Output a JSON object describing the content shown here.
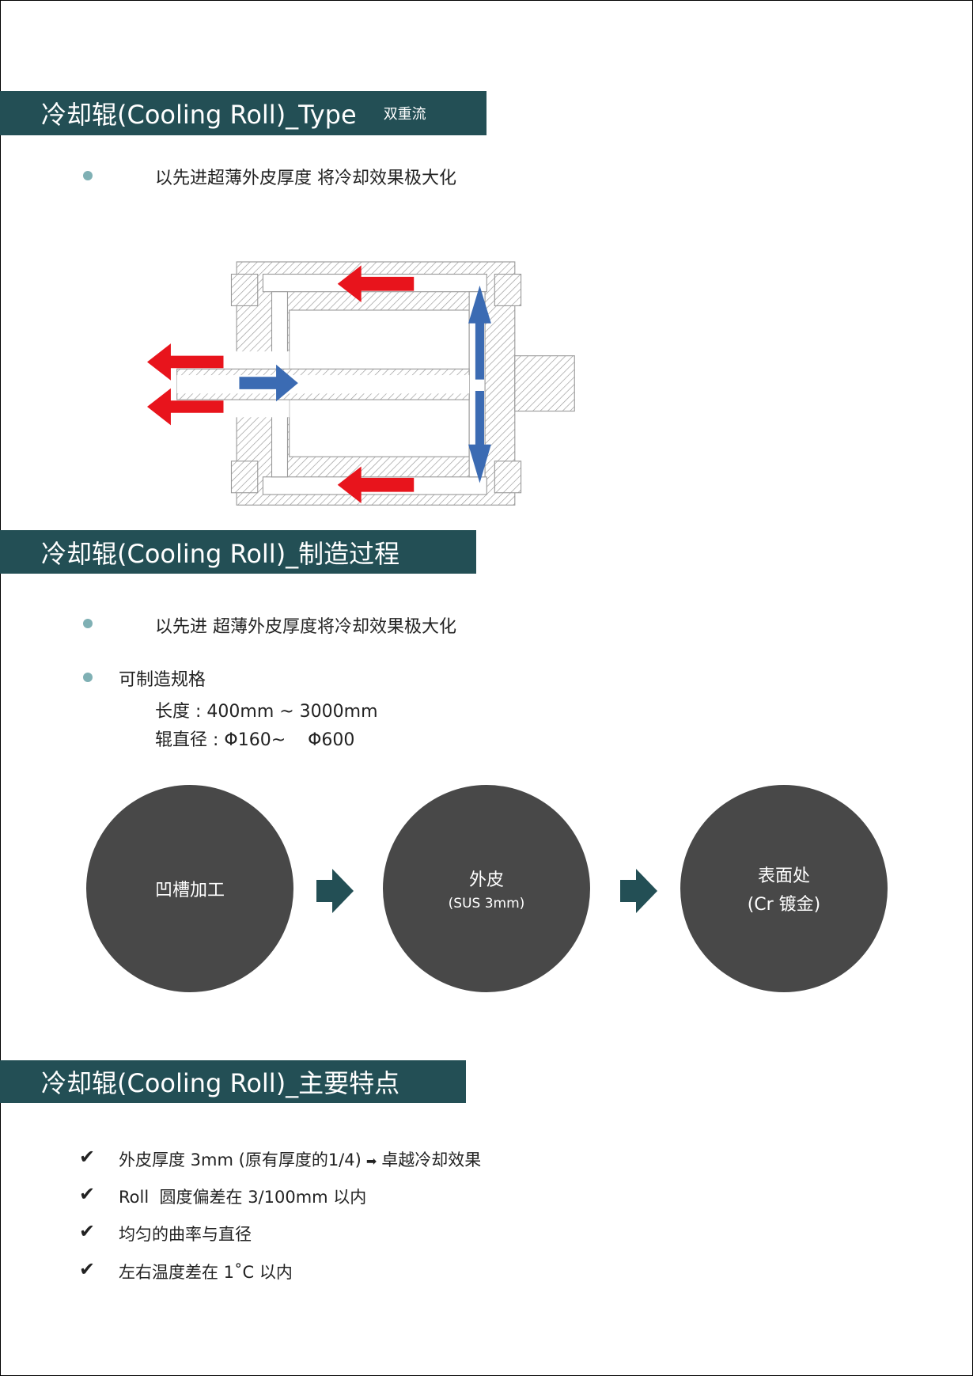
{
  "section1": {
    "title": "冷却辊(Cooling Roll)_Type",
    "subtitle": "双重流",
    "bullet": "以先进超薄外皮厚度 将冷却效果极大化"
  },
  "diagram": {
    "colors": {
      "outflow": "#e8141c",
      "inflow": "#3b6bb3",
      "hatch": "#9a9a9a"
    }
  },
  "section2": {
    "title": "冷却辊(Cooling Roll)_制造过程",
    "bullet1": "以先进 超薄外皮厚度将冷却效果极大化",
    "bullet2": "可制造规格",
    "spec_length": "长度 : 400mm ~ 3000mm",
    "spec_diameter": "辊直径 : Φ160~    Φ600",
    "steps": [
      {
        "label": "凹槽加工"
      },
      {
        "label": "外皮",
        "detail": "(SUS 3mm)"
      },
      {
        "label": "表面处",
        "detail": "(Cr 镀金)"
      }
    ]
  },
  "section3": {
    "title": "冷却辊(Cooling Roll)_主要特点",
    "features": [
      {
        "text": "外皮厚度 3mm (原有厚度的1/4)",
        "result": "卓越冷却效果"
      },
      {
        "text": "Roll  圆度偏差在 3/100mm 以内"
      },
      {
        "text": "均匀的曲率与直径"
      },
      {
        "text": "左右温度差在 1˚C 以内"
      }
    ]
  },
  "colors": {
    "header_bg": "#234f55",
    "circle": "#484848",
    "bullet": "#7fb0b4"
  }
}
